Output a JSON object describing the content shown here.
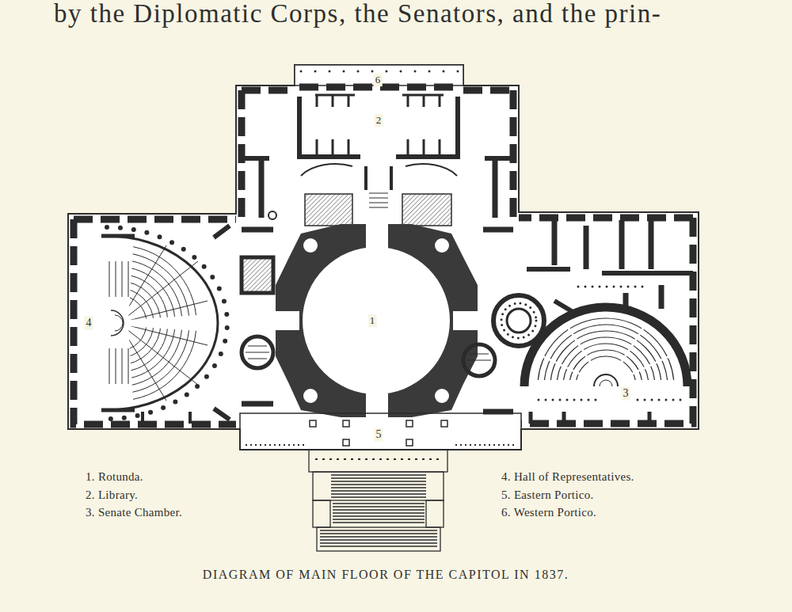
{
  "diagram": {
    "caption": "DIAGRAM OF MAIN FLOOR OF THE CAPITOL IN 1837.",
    "labels": [
      "by the Diplomatic Corps, the Senators, and the prin-",
      "6",
      "2",
      "4",
      "1",
      "3",
      "5",
      "1. Rotunda.",
      "2. Library.",
      "3. Senate Chamber.",
      "4. Hall of Representatives.",
      "5. Eastern Portico.",
      "6. Western Portico."
    ]
  }
}
